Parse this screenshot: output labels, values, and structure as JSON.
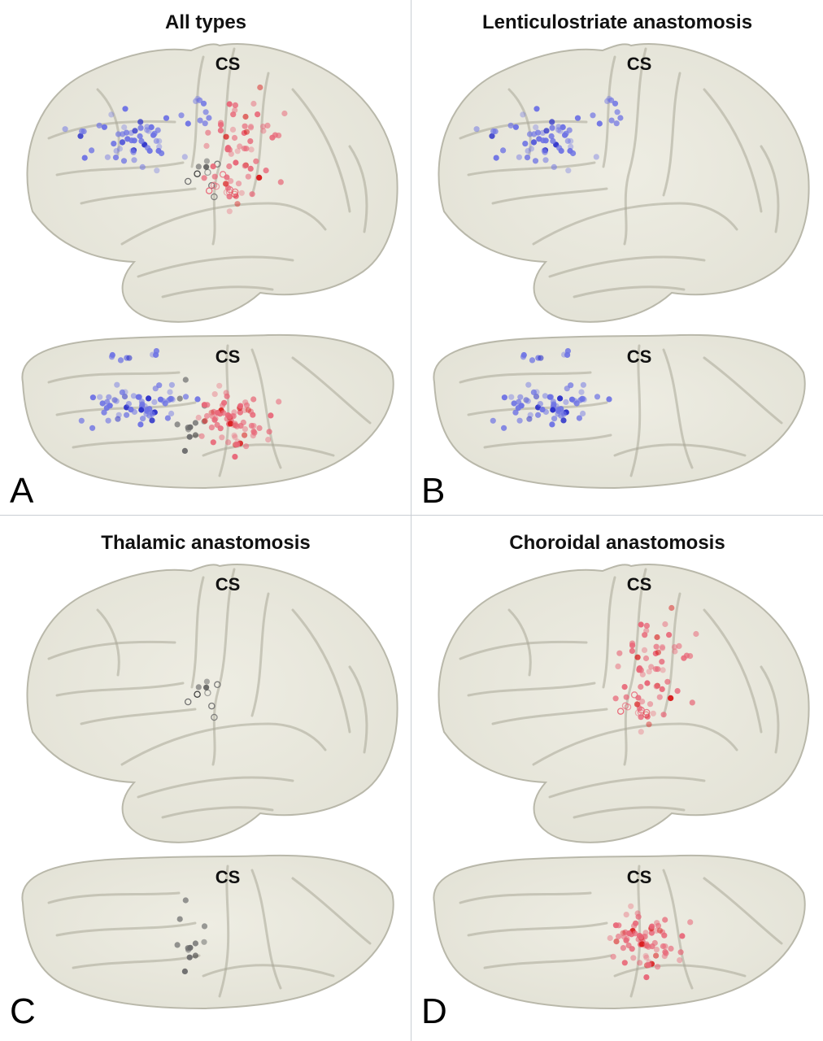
{
  "figure": {
    "panels": [
      {
        "id": "A",
        "letter": "A",
        "title": "All types",
        "sulcus_label": "CS",
        "sulcus_label_bottom": "CS",
        "series": [
          "lenticulostriate",
          "thalamic",
          "choroidal"
        ]
      },
      {
        "id": "B",
        "letter": "B",
        "title": "Lenticulostriate anastomosis",
        "sulcus_label": "CS",
        "sulcus_label_bottom": "CS",
        "series": [
          "lenticulostriate"
        ]
      },
      {
        "id": "C",
        "letter": "C",
        "title": "Thalamic anastomosis",
        "sulcus_label": "CS",
        "sulcus_label_bottom": "CS",
        "series": [
          "thalamic"
        ]
      },
      {
        "id": "D",
        "letter": "D",
        "title": "Choroidal anastomosis",
        "sulcus_label": "CS",
        "sulcus_label_bottom": "CS",
        "series": [
          "choroidal"
        ]
      }
    ],
    "colors": {
      "lenticulostriate": "#6f74e4",
      "thalamic": "#6c6c6c",
      "choroidal": "#e8697a",
      "brain_fill": "#e3e2d6",
      "brain_stroke": "#b9b8aa",
      "divider": "#c9ced4"
    }
  }
}
